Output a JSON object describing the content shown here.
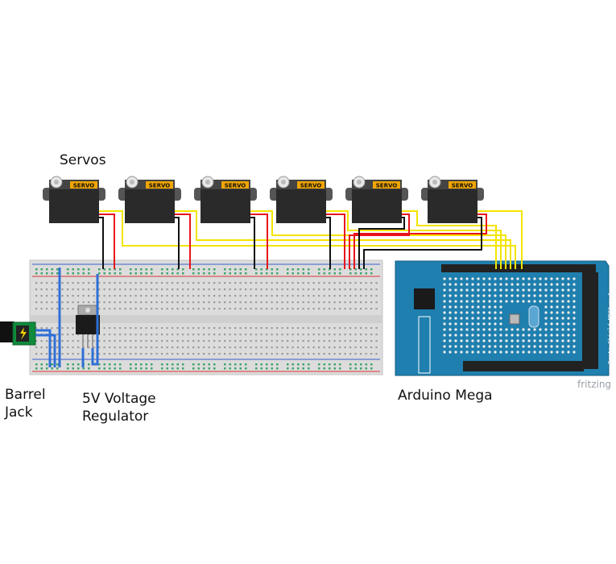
{
  "labels": {
    "servos": "Servos",
    "barrel_jack": "Barrel\nJack",
    "voltage_regulator": "5V Voltage\nRegulator",
    "arduino_mega": "Arduino Mega",
    "watermark": "fritzing"
  },
  "servo_text": "SERVO",
  "servo_count": 6,
  "shield_text": "Proto Shield MEGA v.4",
  "colors": {
    "wire_red": "#e8141b",
    "wire_black": "#111111",
    "wire_yellow": "#f4e400",
    "wire_blue": "#2f6fd6",
    "board": "#1f7fae",
    "breadboard": "#dcdcdc",
    "servo_body": "#2a2a2a",
    "servo_label": "#f0a500"
  }
}
